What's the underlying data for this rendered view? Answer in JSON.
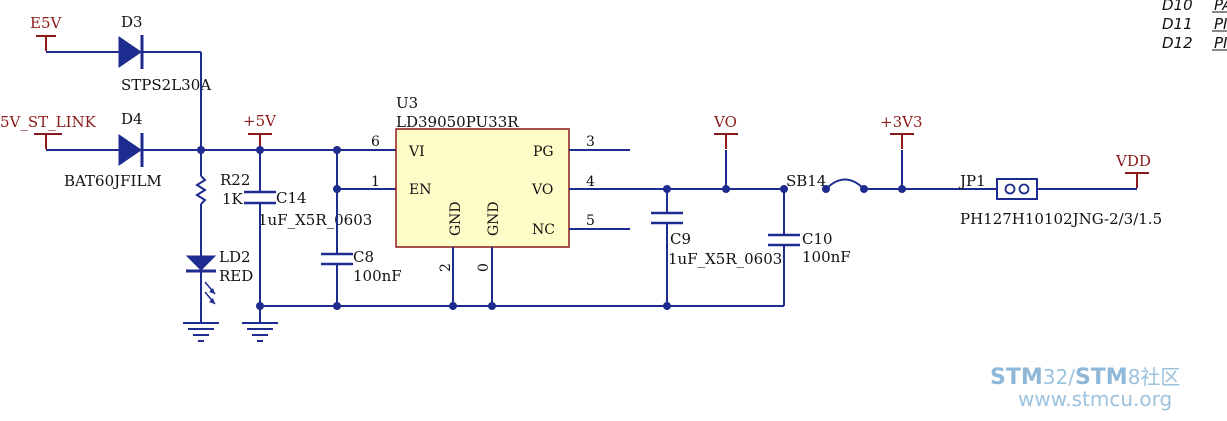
{
  "nets": {
    "e5v": "E5V",
    "st_link": "5V_ST_LINK",
    "p5v": "+5V",
    "vo": "VO",
    "p3v3": "+3V3",
    "vdd": "VDD"
  },
  "components": {
    "d3": {
      "ref": "D3",
      "value": "STPS2L30A"
    },
    "d4": {
      "ref": "D4",
      "value": "BAT60JFILM"
    },
    "r22": {
      "ref": "R22",
      "value": "1K"
    },
    "ld2": {
      "ref": "LD2",
      "value": "RED"
    },
    "c14": {
      "ref": "C14",
      "value": "1uF_X5R_0603"
    },
    "c8": {
      "ref": "C8",
      "value": "100nF"
    },
    "u3": {
      "ref": "U3",
      "value": "LD39050PU33R"
    },
    "c9": {
      "ref": "C9",
      "value": "1uF_X5R_0603"
    },
    "c10": {
      "ref": "C10",
      "value": "100nF"
    },
    "sb14": {
      "ref": "SB14"
    },
    "jp1": {
      "ref": "JP1",
      "value": "PH127H10102JNG-2/3/1.5"
    }
  },
  "u3_pins": {
    "vi": {
      "name": "VI",
      "num": "6"
    },
    "en": {
      "name": "EN",
      "num": "1"
    },
    "pg": {
      "name": "PG",
      "num": "3"
    },
    "vo": {
      "name": "VO",
      "num": "4"
    },
    "nc": {
      "name": "NC",
      "num": "5"
    },
    "gnd1": {
      "name": "GND",
      "num": "2"
    },
    "gnd2": {
      "name": "GND",
      "num": "0"
    }
  },
  "side_labels": [
    {
      "ref": "D10",
      "net": "PA"
    },
    {
      "ref": "D11",
      "net": "PI"
    },
    {
      "ref": "D12",
      "net": "PI"
    }
  ],
  "watermark": {
    "brand_a": "STM",
    "brand_b": "32/",
    "brand_c": "STM",
    "brand_d": "8社区",
    "url": "www.stmcu.org"
  },
  "colors": {
    "wire": "#1f2c8f",
    "net_label": "#8b1a1a",
    "ic_body": "#fffcc8"
  }
}
